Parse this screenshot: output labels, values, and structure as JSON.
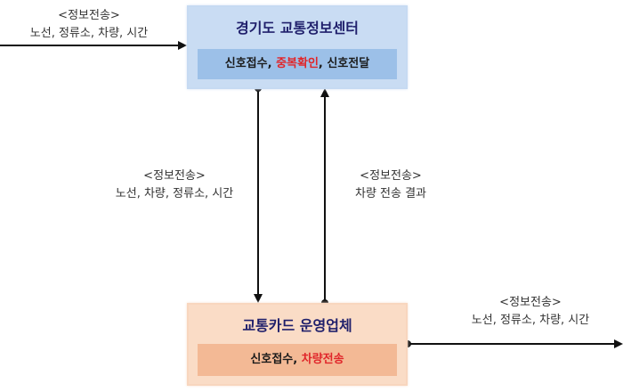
{
  "top_center": {
    "title": "경기도 교통정보센터",
    "steps": [
      "신호접수, ",
      "중복확인",
      ", 신호전달"
    ]
  },
  "bottom_center": {
    "title": "교통카드 운영업체",
    "steps": [
      "신호접수, ",
      "차량전송"
    ]
  },
  "labels": {
    "left_in": {
      "line1": "<정보전송>",
      "line2": "노선, 정류소, 차량, 시간"
    },
    "down": {
      "line1": "<정보전송>",
      "line2": "노선, 차량, 정류소, 시간"
    },
    "up": {
      "line1": "<정보전송>",
      "line2": "차량 전송 결과"
    },
    "right_out": {
      "line1": "<정보전송>",
      "line2": "노선, 정류소, 차량, 시간"
    }
  },
  "colors": {
    "top_box": "#c9dcf3",
    "top_inner": "#9cc0e8",
    "bottom_box": "#fadcc6",
    "bottom_inner": "#f3b995",
    "title_text": "#1f1f6b",
    "highlight": "#e0262a",
    "arrow": "#111111"
  }
}
